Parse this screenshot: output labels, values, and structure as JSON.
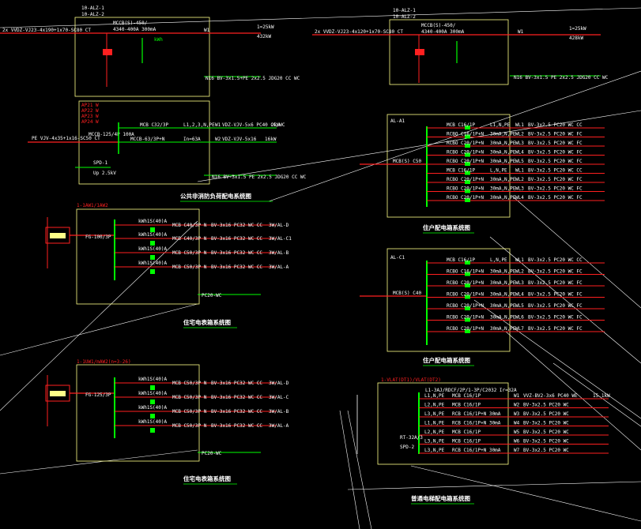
{
  "panel_top_left": {
    "id_lines": [
      "10-ALZ-1",
      "10-ALZ-2"
    ],
    "cable": "2x VVDZ-VJ23-4x190+1x70-SC80 CT",
    "breaker": "MCCB(S)-450/",
    "breaker2": "4340-400A 300mA",
    "feed_label": "W1",
    "load": "1=25kW",
    "load2": "432kW",
    "meter_label": "kWh",
    "bottom_circuit": "N16 BV-3x1.5+PE 2x2.5 JDG20 CC WC"
  },
  "panel_pub": {
    "spd_lines": [
      "AP21 W",
      "AP22 W",
      "AP23 W",
      "AP24 W"
    ],
    "cable": "PE VJV-4x35+1x16-SC50 CT",
    "main_breaker": "MCCB-125/4P 100A",
    "rows": [
      {
        "device": "MCB C32/3P",
        "phase": "L1,2,3,N,PE",
        "circuit": "W1",
        "cable": "VDZ-VJV-5x6 PC40 CC/WC",
        "load": "2kW"
      },
      {
        "device": "MCCB-63/3P+N",
        "phase": "In=63A",
        "circuit": "W2",
        "cable": "VDZ-VJV-5x16",
        "load": "16kW"
      }
    ],
    "spd": "SPD-1",
    "spd_spec": "Up 2.5kV",
    "bottom_circuit": "N16 BV-3x1.5 PE 2x2.5 JDG20 CC WC",
    "title": "公共非消防负荷配电系统图"
  },
  "panel_res1": {
    "id": "1-1AW1/1AW2",
    "main": "FG-100/3P",
    "rows": [
      {
        "breaker": "MCB C40/3P N",
        "cable": "BV-3x16 PC32 WC CC",
        "target": "3W/AL-D"
      },
      {
        "breaker": "MCB C40/3P N",
        "cable": "BV-3x16 PC32 WC CC",
        "target": "3W/AL-C1"
      },
      {
        "breaker": "MCB C50/3P N",
        "cable": "BV-3x16 PC32 WC CC",
        "target": "3W/AL-B"
      },
      {
        "breaker": "MCB C50/3P N",
        "cable": "BV-3x16 PC32 WC CC",
        "target": "3W/AL-A"
      }
    ],
    "meter": "kWh1S(40)A",
    "bottom_circuit": "PC20-WC",
    "title": "住宅电表箱系统图"
  },
  "panel_res2": {
    "id": "1-1UW1/mAW2(n=3-26)",
    "main": "FG-125/3P",
    "rows": [
      {
        "breaker": "MCB C50/3P N",
        "cable": "BV-3x16 PC32 WC CC",
        "target": "3W/AL-D"
      },
      {
        "breaker": "MCB C50/3P N",
        "cable": "BV-3x16 PC32 WC CC",
        "target": "3W/AL-C"
      },
      {
        "breaker": "MCB C50/3P N",
        "cable": "BV-3x16 PC32 WC CC",
        "target": "3W/AL-B"
      },
      {
        "breaker": "MCB C50/3P N",
        "cable": "BV-3x16 PC32 WC CC",
        "target": "3W/AL-A"
      }
    ],
    "meter": "kWh1S(40)A",
    "bottom_circuit": "PC20-WC",
    "title": "住宅电表箱系统图"
  },
  "panel_top_right": {
    "id_lines": [
      "10-ALZ-1",
      "10-ALZ-2"
    ],
    "cable": "2x VVDZ-VJ23-4x120+1x70-SC80 CT",
    "breaker": "MCCB(S)-450/",
    "breaker2": "4340-400A 300mA",
    "feed_label": "W1",
    "load": "1=25kW",
    "load2": "428kW",
    "bottom_circuit": "N16 BV-3x1.5 PE 2x2.5 JDG20 CC WC"
  },
  "panel_home1": {
    "id": "AL-A1",
    "main": "MCB(S) C50",
    "rows": [
      {
        "device": "MCB C16/1P",
        "phase": "L1,N,PE",
        "circuit": "WL1",
        "cable": "BV-3x2.5 PC20 WC CC"
      },
      {
        "device": "RCBO C16/1P+N",
        "phase": "30mA,N,PE",
        "circuit": "WL2",
        "cable": "BV-3x2.5 PC20 WC FC"
      },
      {
        "device": "RCBO C20/1P+N",
        "phase": "30mA,N,PE",
        "circuit": "WL3",
        "cable": "BV-3x2.5 PC20 WC FC"
      },
      {
        "device": "RCBO C20/1P+N",
        "phase": "30mA,N,PE",
        "circuit": "WL4",
        "cable": "BV-3x2.5 PC20 WC FC"
      },
      {
        "device": "RCBO C20/1P+N",
        "phase": "30mA,N,PE",
        "circuit": "WL5",
        "cable": "BV-3x2.5 PC20 WC FC"
      },
      {
        "device": "MCB C16/1P",
        "phase": "L,N,PE",
        "circuit": "WL1",
        "cable": "BV-3x2.5 PC20 WC CC"
      },
      {
        "device": "RCBO C20/1P+N",
        "phase": "30mA,N,PE",
        "circuit": "WL2",
        "cable": "BV-3x2.5 PC20 WC FC"
      },
      {
        "device": "RCBO C20/1P+N",
        "phase": "30mA,N,PE",
        "circuit": "WL3",
        "cable": "BV-3x2.5 PC20 WC FC"
      },
      {
        "device": "RCBO C20/1P+N",
        "phase": "30mA,N,PE",
        "circuit": "WL4",
        "cable": "BV-3x2.5 PC20 WC FC"
      }
    ],
    "title": "住户配电箱系统图"
  },
  "panel_home2": {
    "id": "AL-C1",
    "main": "MCB(S) C40",
    "rows": [
      {
        "device": "MCB C16/1P",
        "phase": "L,N,PE",
        "circuit": "WL1",
        "cable": "BV-3x2.5 PC20 WC CC"
      },
      {
        "device": "RCBO C16/1P+N",
        "phase": "30mA,N,PE",
        "circuit": "WL2",
        "cable": "BV-3x2.5 PC20 WC FC"
      },
      {
        "device": "RCBO C20/1P+N",
        "phase": "30mA,N,PE",
        "circuit": "WL3",
        "cable": "BV-3x2.5 PC20 WC FC"
      },
      {
        "device": "RCBO C20/1P+N",
        "phase": "30mA,N,PE",
        "circuit": "WL4",
        "cable": "BV-3x2.5 PC20 WC FC"
      },
      {
        "device": "RCBO C20/1P+N",
        "phase": "30mA,N,PE",
        "circuit": "WL5",
        "cable": "BV-3x2.5 PC20 WC FC"
      },
      {
        "device": "RCBO C20/1P+N",
        "phase": "30mA,N,PE",
        "circuit": "WL6",
        "cable": "BV-3x2.5 PC20 WC FC"
      },
      {
        "device": "RCBO C20/1P+N",
        "phase": "30mA,N,PE",
        "circuit": "WL7",
        "cable": "BV-3x2.5 PC20 WC FC"
      }
    ],
    "title": "住户配电箱系统图"
  },
  "panel_lift": {
    "id": "1-VLAT(DT1)/VLAT(DT2)",
    "header": "L1-3AJ/RDCF/2P/1-3P/C2032 Ir=32A",
    "rows": [
      {
        "phase": "L1,N,PE",
        "device": "MCB C16/1P",
        "circuit": "W1",
        "cable": "VVZ-BV2-3x6 PC40 WE",
        "load": "15.1kW"
      },
      {
        "phase": "L2,N,PE",
        "device": "MCB C16/1P",
        "circuit": "W2",
        "cable": "BV-3x2.5 PC20 WC"
      },
      {
        "phase": "L3,N,PE",
        "device": "RCB C16/1P+N 30mA",
        "circuit": "W3",
        "cable": "BV-3x2.5 PC20 WC"
      },
      {
        "phase": "L1,N,PE",
        "device": "RCB C16/1P+N 30mA",
        "circuit": "W4",
        "cable": "BV-3x2.5 PC20 WC"
      },
      {
        "phase": "L2,N,PE",
        "device": "MCB C16/1P",
        "circuit": "W5",
        "cable": "BV-3x2.5 PC20 WC"
      },
      {
        "phase": "L3,N,PE",
        "device": "MCB C16/1P",
        "circuit": "W6",
        "cable": "BV-3x2.5 PC20 WC"
      },
      {
        "phase": "L3,N,PE",
        "device": "RCB C16/1P+N 30mA",
        "circuit": "W7",
        "cable": "BV-3x2.5 PC20 WC"
      }
    ],
    "spd": "RT-32A/3",
    "spd2": "SPD-2",
    "title": "普通电梯配电箱系统图"
  },
  "colors": {
    "bg": "#000000",
    "feeder": "#ff2020",
    "bus": "#00ff00",
    "text": "#ffffff",
    "frame": "#ffff88",
    "line": "#ffffff"
  }
}
